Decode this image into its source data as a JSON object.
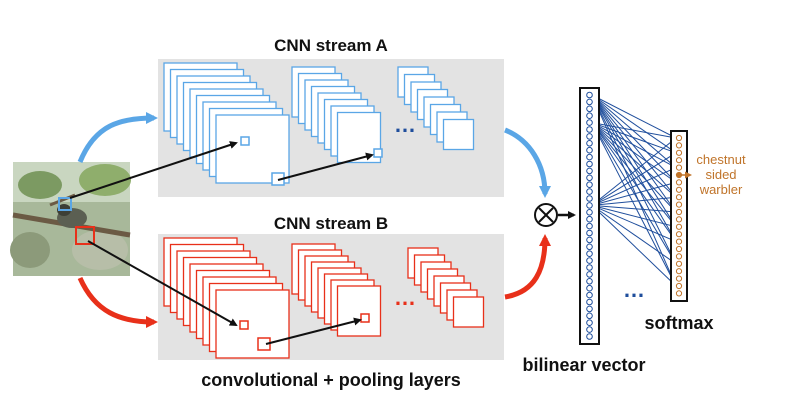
{
  "labels": {
    "stream_a": "CNN stream A",
    "stream_b": "CNN stream B",
    "layers": "convolutional + pooling layers",
    "bilinear": "bilinear vector",
    "softmax": "softmax",
    "ellipsis": "…",
    "operator": "⊗"
  },
  "prediction": {
    "line1": "chestnut",
    "line2": "sided",
    "line3": "warbler"
  },
  "colors": {
    "stream_a": "#5aa6e6",
    "stream_b": "#e8301a",
    "bilinear_edges": "#1f4e9c",
    "prediction": "#c0742a",
    "panel": "#e3e3e3"
  },
  "icons": {
    "bilinear_operator": "circled-times-icon",
    "input_photo": "bird-photo"
  }
}
